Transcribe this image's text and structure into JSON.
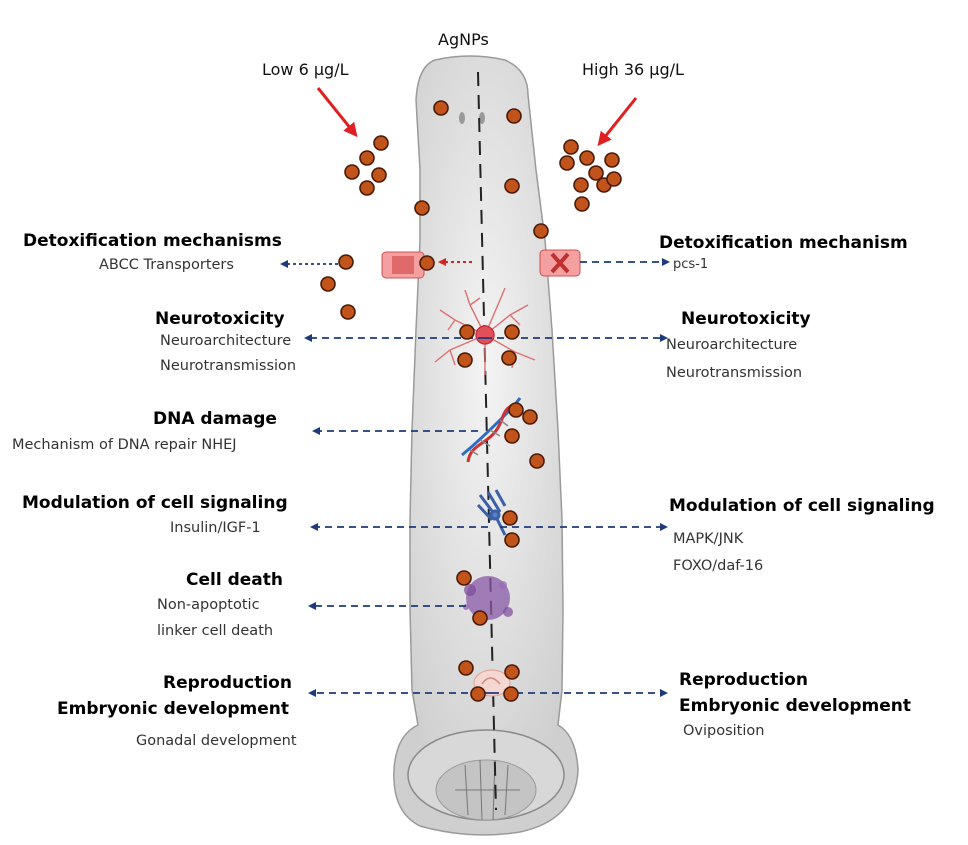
{
  "title": "AgNPs",
  "dose_low": "Low 6 μg/L",
  "dose_high": "High 36 μg/L",
  "left": {
    "detox_title": "Detoxification mechanisms",
    "detox_sub": "ABCC Transporters",
    "neuro_title": "Neurotoxicity",
    "neuro_sub1": "Neuroarchitecture",
    "neuro_sub2": "Neurotransmission",
    "dna_title": "DNA damage",
    "dna_sub": "Mechanism of DNA repair NHEJ",
    "signal_title": "Modulation of cell signaling",
    "signal_sub": "Insulin/IGF-1",
    "death_title": "Cell death",
    "death_sub1": "Non-apoptotic",
    "death_sub2": "linker cell death",
    "repro_title1": "Reproduction",
    "repro_title2": "Embryonic development",
    "repro_sub": "Gonadal development"
  },
  "right": {
    "detox_title": "Detoxification mechanism",
    "detox_sub": "pcs-1",
    "neuro_title": "Neurotoxicity",
    "neuro_sub1": "Neuroarchitecture",
    "neuro_sub2": "Neurotransmission",
    "signal_title": "Modulation of cell signaling",
    "signal_sub1": "MAPK/JNK",
    "signal_sub2": "FOXO/daf-16",
    "repro_title1": "Reproduction",
    "repro_title2": "Embryonic development",
    "repro_sub": "Oviposition"
  },
  "colors": {
    "arrow_blue": "#1f3a7a",
    "arrow_red": "#e02020",
    "particle": "#c1541a",
    "particle_edge": "#4a1a06",
    "body": "#ececec"
  }
}
